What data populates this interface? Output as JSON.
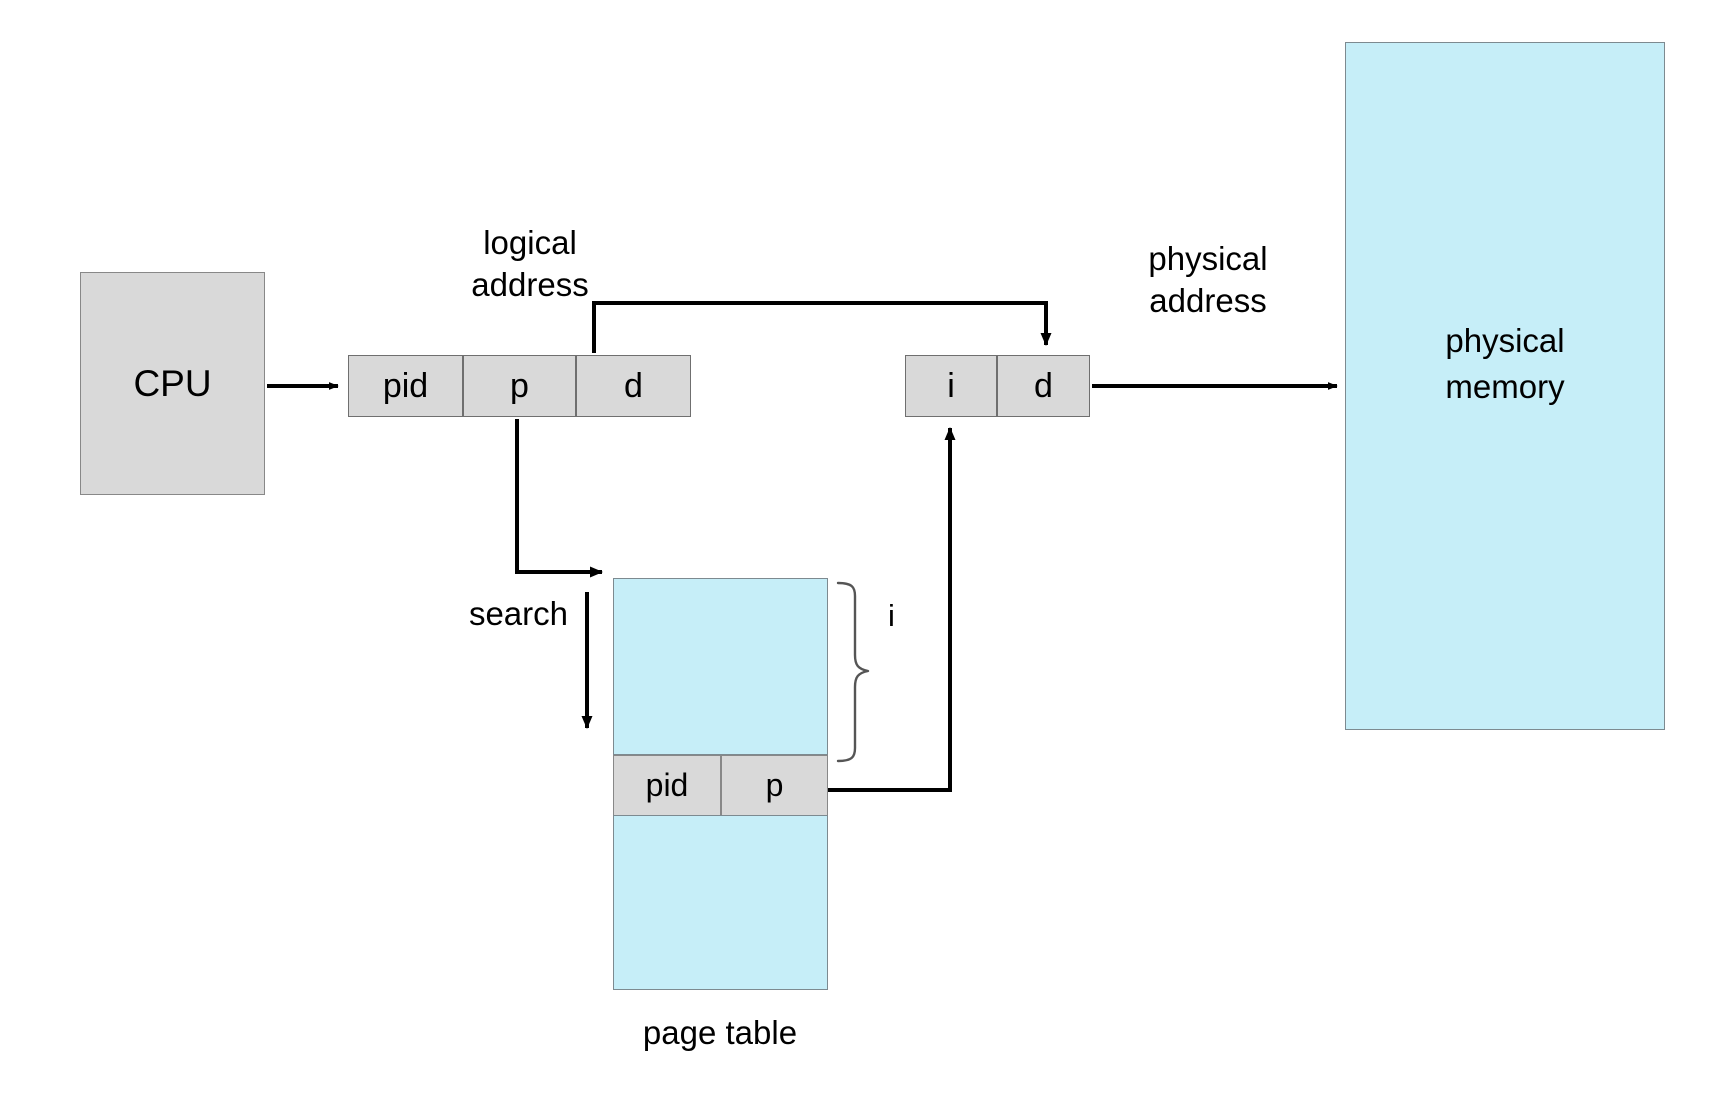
{
  "diagram": {
    "title": "inverted page table address translation",
    "colors": {
      "gray_fill": "#d9d9d9",
      "blue_fill": "#c6eef8",
      "stroke": "#000000",
      "box_border": "#6f6f6f",
      "background": "#ffffff"
    }
  },
  "cpu": {
    "label": "CPU"
  },
  "logical_address": {
    "caption": "logical\naddress",
    "cells": [
      {
        "label": "pid"
      },
      {
        "label": "p"
      },
      {
        "label": "d"
      }
    ]
  },
  "physical_address": {
    "caption": "physical\naddress",
    "cells": [
      {
        "label": "i"
      },
      {
        "label": "d"
      }
    ]
  },
  "physical_memory": {
    "label": "physical\nmemory"
  },
  "page_table": {
    "caption": "page table",
    "matched_entry": [
      {
        "label": "pid"
      },
      {
        "label": "p"
      }
    ],
    "entries_above": 2,
    "entries_below": 2,
    "index_brace_label": "i"
  },
  "annotations": {
    "search_label": "search"
  },
  "icons": {
    "arrow_cpu_to_logical": "arrow-right-icon",
    "arrow_p_to_pagetable": "arrow-elbow-down-right-icon",
    "arrow_search_down": "arrow-down-icon",
    "arrow_d_to_physical_d": "arrow-elbow-up-right-down-icon",
    "arrow_pagetable_to_i": "arrow-elbow-right-up-icon",
    "arrow_physical_to_memory": "arrow-right-icon",
    "brace_index": "curly-brace-right-icon"
  }
}
